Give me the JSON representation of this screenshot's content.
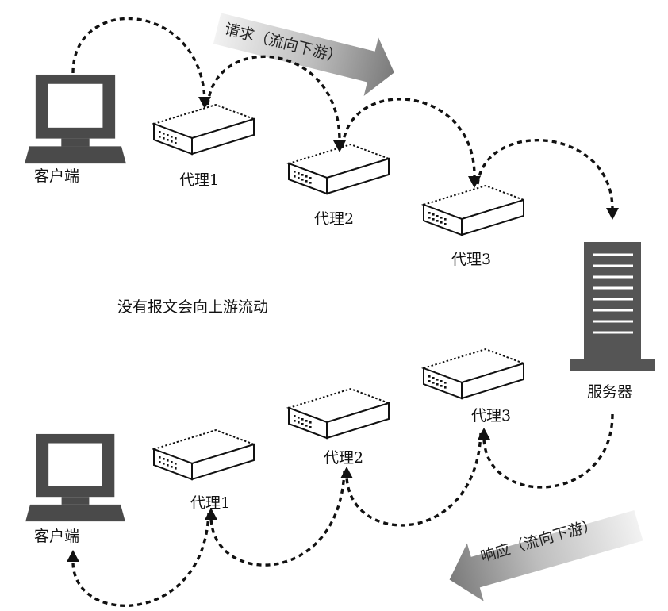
{
  "request": {
    "flow_label": "请求（流向下游）",
    "client_label": "客户端",
    "proxy_labels": [
      "代理1",
      "代理2",
      "代理3"
    ]
  },
  "middle_note": "没有报文会向上游流动",
  "server_label": "服务器",
  "response": {
    "flow_label": "响应（流向下游）",
    "client_label": "客户端",
    "proxy_labels": [
      "代理1",
      "代理2",
      "代理3"
    ]
  },
  "colors": {
    "monitor": "#4a4a4a",
    "server": "#555555",
    "dashed_line": "#111111",
    "flow_arrow_dark": "#7a7a7a",
    "flow_arrow_light": "#e6e6e6"
  },
  "icons": [
    "computer-icon",
    "proxy-icon",
    "server-icon",
    "flow-arrow-icon"
  ]
}
